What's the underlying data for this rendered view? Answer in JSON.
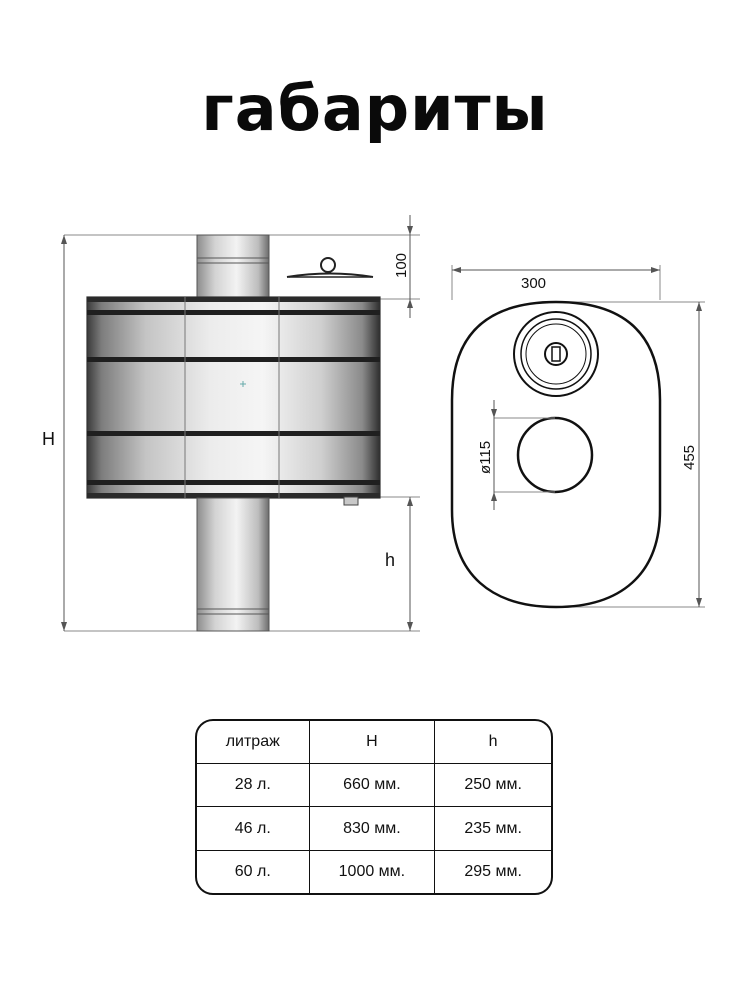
{
  "title": "габариты",
  "side_view": {
    "label_total_height": "H",
    "label_lower_height": "h",
    "label_top_offset": "100"
  },
  "top_view": {
    "label_width": "300",
    "label_length": "455",
    "label_diameter": "ø115"
  },
  "table": {
    "headers": [
      "литраж",
      "H",
      "h"
    ],
    "rows": [
      [
        "28 л.",
        "660 мм.",
        "250 мм."
      ],
      [
        "46 л.",
        "830 мм.",
        "235 мм."
      ],
      [
        "60 л.",
        "1000 мм.",
        "295 мм."
      ]
    ]
  }
}
